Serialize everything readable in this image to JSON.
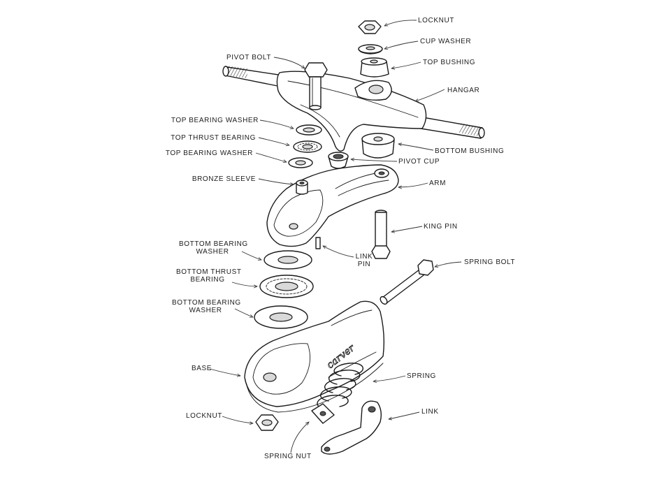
{
  "labels": {
    "locknut_top": "LOCKNUT",
    "cup_washer": "CUP WASHER",
    "top_bushing": "TOP BUSHING",
    "pivot_bolt": "PIVOT BOLT",
    "hangar": "HANGAR",
    "top_bearing_washer_1": "TOP BEARING WASHER",
    "top_thrust_bearing": "TOP THRUST BEARING",
    "top_bearing_washer_2": "TOP BEARING WASHER",
    "bottom_bushing": "BOTTOM BUSHING",
    "pivot_cup": "PIVOT CUP",
    "bronze_sleeve": "BRONZE SLEEVE",
    "arm": "ARM",
    "king_pin": "KING PIN",
    "bottom_bearing_washer_1": [
      "BOTTOM BEARING",
      "WASHER"
    ],
    "link_pin": [
      "LINK",
      "PIN"
    ],
    "bottom_thrust_bearing": [
      "BOTTOM THRUST",
      "BEARING"
    ],
    "spring_bolt": "SPRING BOLT",
    "bottom_bearing_washer_2": [
      "BOTTOM BEARING",
      "WASHER"
    ],
    "base": "BASE",
    "spring": "SPRING",
    "locknut_bottom": "LOCKNUT",
    "link": "LINK",
    "spring_nut": "SPRING NUT"
  },
  "brand_lettering": "carver"
}
